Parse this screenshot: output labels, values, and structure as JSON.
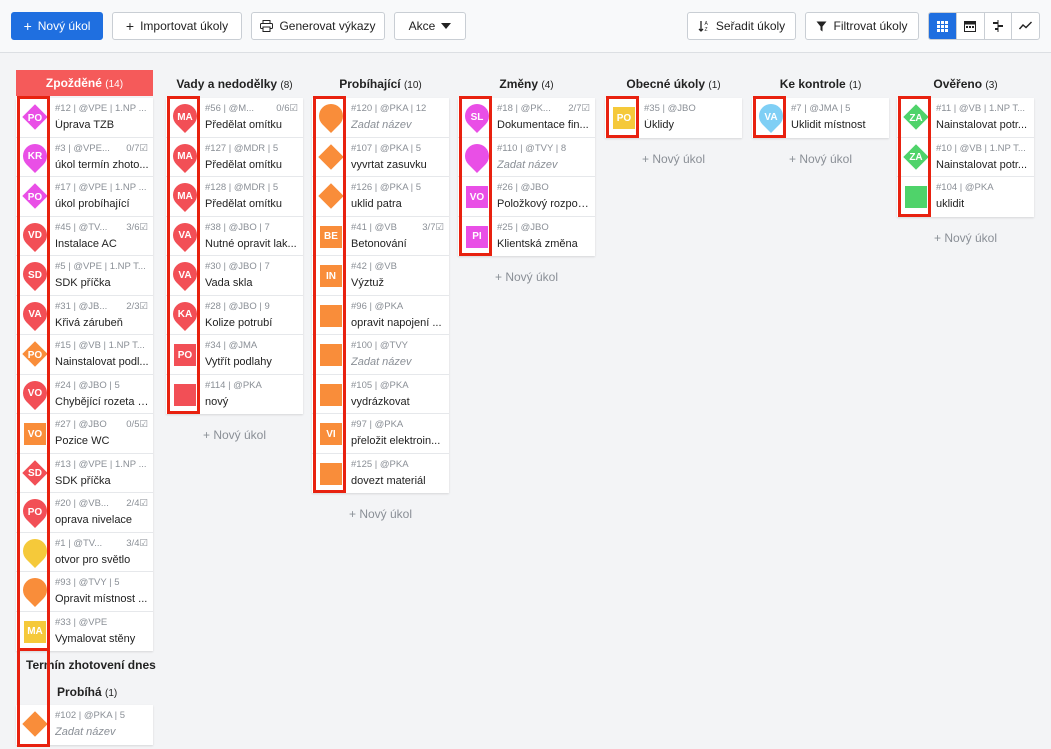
{
  "toolbar": {
    "new_task": "Nový úkol",
    "import": "Importovat úkoly",
    "report": "Generovat výkazy",
    "actions": "Akce",
    "sort": "Seřadit úkoly",
    "filter": "Filtrovat úkoly"
  },
  "add_label": "+ Nový úkol",
  "colors": {
    "red": "#f24f56",
    "orange": "#f98d3a",
    "magenta": "#e94fe6",
    "yellow": "#f5c93a",
    "lightblue": "#7fcff5",
    "green": "#4fd36a"
  },
  "columns": [
    {
      "title": "Zpožděné",
      "count": "(14)",
      "cards": [
        {
          "meta": "#12 | @VPE | 1.NP ...",
          "name": "Úprava TZB",
          "icon": "diamond",
          "color": "magenta",
          "abbr": "PO",
          "check": ""
        },
        {
          "meta": "#3 | @VPE...",
          "name": "úkol termín zhoto...",
          "icon": "pin",
          "color": "magenta",
          "abbr": "KR",
          "check": "0/7☑"
        },
        {
          "meta": "#17 | @VPE | 1.NP ...",
          "name": "úkol probíhající",
          "icon": "diamond",
          "color": "magenta",
          "abbr": "PO",
          "check": ""
        },
        {
          "meta": "#45 | @TV...",
          "name": "Instalace AC",
          "icon": "pin",
          "color": "red",
          "abbr": "VD",
          "check": "3/6☑"
        },
        {
          "meta": "#5 | @VPE | 1.NP T...",
          "name": "SDK příčka",
          "icon": "pin",
          "color": "red",
          "abbr": "SD",
          "check": ""
        },
        {
          "meta": "#31 | @JB...",
          "name": "Křivá zárubeň",
          "icon": "pin",
          "color": "red",
          "abbr": "VA",
          "check": "2/3☑"
        },
        {
          "meta": "#15 | @VB | 1.NP T...",
          "name": "Nainstalovat podl...",
          "icon": "diamond",
          "color": "orange",
          "abbr": "PO",
          "check": ""
        },
        {
          "meta": "#24 | @JBO | 5",
          "name": "Chybějící rozeta r...",
          "icon": "pin",
          "color": "red",
          "abbr": "VO",
          "check": ""
        },
        {
          "meta": "#27 | @JBO",
          "name": "Pozice WC",
          "icon": "square",
          "color": "orange",
          "abbr": "VO",
          "check": "0/5☑"
        },
        {
          "meta": "#13 | @VPE | 1.NP ...",
          "name": "SDK příčka",
          "icon": "diamond",
          "color": "red",
          "abbr": "SD",
          "check": ""
        },
        {
          "meta": "#20 | @VB...",
          "name": "oprava nivelace",
          "icon": "pin",
          "color": "red",
          "abbr": "PO",
          "check": "2/4☑"
        },
        {
          "meta": "#1 | @TV...",
          "name": "otvor pro světlo",
          "icon": "pin",
          "color": "yellow",
          "abbr": "",
          "check": "3/4☑"
        },
        {
          "meta": "#93 | @TVY | 5",
          "name": "Opravit místnost ...",
          "icon": "pin",
          "color": "orange",
          "abbr": "",
          "check": ""
        },
        {
          "meta": "#33 | @VPE",
          "name": "Vymalovat stěny",
          "icon": "square",
          "color": "yellow",
          "abbr": "MA",
          "check": ""
        }
      ]
    },
    {
      "title": "Vady a nedodělky",
      "count": "(8)",
      "cards": [
        {
          "meta": "#56 | @M...",
          "name": "Předělat omítku",
          "icon": "pin",
          "color": "red",
          "abbr": "MA",
          "check": "0/6☑"
        },
        {
          "meta": "#127 | @MDR | 5",
          "name": "Předělat omítku",
          "icon": "pin",
          "color": "red",
          "abbr": "MA",
          "check": ""
        },
        {
          "meta": "#128 | @MDR | 5",
          "name": "Předělat omítku",
          "icon": "pin",
          "color": "red",
          "abbr": "MA",
          "check": ""
        },
        {
          "meta": "#38 | @JBO | 7",
          "name": "Nutné opravit lak...",
          "icon": "pin",
          "color": "red",
          "abbr": "VA",
          "check": ""
        },
        {
          "meta": "#30 | @JBO | 7",
          "name": "Vada skla",
          "icon": "pin",
          "color": "red",
          "abbr": "VA",
          "check": ""
        },
        {
          "meta": "#28 | @JBO | 9",
          "name": "Kolize potrubí",
          "icon": "pin",
          "color": "red",
          "abbr": "KA",
          "check": ""
        },
        {
          "meta": "#34 | @JMA",
          "name": "Vytřít podlahy",
          "icon": "square",
          "color": "red",
          "abbr": "PO",
          "check": ""
        },
        {
          "meta": "#114 | @PKA",
          "name": "nový",
          "icon": "square",
          "color": "red",
          "abbr": "",
          "check": ""
        }
      ]
    },
    {
      "title": "Probíhající",
      "count": "(10)",
      "cards": [
        {
          "meta": "#120 | @PKA | 12",
          "name": "Zadat název",
          "icon": "pin",
          "color": "orange",
          "abbr": "",
          "check": "",
          "ph": true
        },
        {
          "meta": "#107 | @PKA | 5",
          "name": "vyvrtat zasuvku",
          "icon": "diamond",
          "color": "orange",
          "abbr": "",
          "check": ""
        },
        {
          "meta": "#126 | @PKA | 5",
          "name": "uklid patra",
          "icon": "diamond",
          "color": "orange",
          "abbr": "",
          "check": ""
        },
        {
          "meta": "#41 | @VB",
          "name": "Betonování",
          "icon": "square",
          "color": "orange",
          "abbr": "BE",
          "check": "3/7☑"
        },
        {
          "meta": "#42 | @VB",
          "name": "Výztuž",
          "icon": "square",
          "color": "orange",
          "abbr": "IN",
          "check": ""
        },
        {
          "meta": "#96 | @PKA",
          "name": "opravit napojení ...",
          "icon": "square",
          "color": "orange",
          "abbr": "",
          "check": ""
        },
        {
          "meta": "#100 | @TVY",
          "name": "Zadat název",
          "icon": "square",
          "color": "orange",
          "abbr": "",
          "check": "",
          "ph": true
        },
        {
          "meta": "#105 | @PKA",
          "name": "vydrázkovat",
          "icon": "square",
          "color": "orange",
          "abbr": "",
          "check": ""
        },
        {
          "meta": "#97 | @PKA",
          "name": "přeložit elektroin...",
          "icon": "square",
          "color": "orange",
          "abbr": "VI",
          "check": ""
        },
        {
          "meta": "#125 | @PKA",
          "name": "dovezt materiál",
          "icon": "square",
          "color": "orange",
          "abbr": "",
          "check": ""
        }
      ]
    },
    {
      "title": "Změny",
      "count": "(4)",
      "cards": [
        {
          "meta": "#18 | @PK...",
          "name": "Dokumentace fin...",
          "icon": "pin",
          "color": "magenta",
          "abbr": "SL",
          "check": "2/7☑"
        },
        {
          "meta": "#110 | @TVY | 8",
          "name": "Zadat název",
          "icon": "pin",
          "color": "magenta",
          "abbr": "",
          "check": "",
          "ph": true
        },
        {
          "meta": "#26 | @JBO",
          "name": "Položkový rozpoč...",
          "icon": "square",
          "color": "magenta",
          "abbr": "VO",
          "check": ""
        },
        {
          "meta": "#25 | @JBO",
          "name": "Klientská změna",
          "icon": "square",
          "color": "magenta",
          "abbr": "PI",
          "check": ""
        }
      ]
    },
    {
      "title": "Obecné úkoly",
      "count": "(1)",
      "cards": [
        {
          "meta": "#35 | @JBO",
          "name": "Úklidy",
          "icon": "square",
          "color": "yellow",
          "abbr": "PO",
          "check": ""
        }
      ]
    },
    {
      "title": "Ke kontrole",
      "count": "(1)",
      "cards": [
        {
          "meta": "#7 | @JMA | 5",
          "name": "Uklidit místnost",
          "icon": "pin",
          "color": "lightblue",
          "abbr": "VA",
          "check": ""
        }
      ]
    },
    {
      "title": "Ověřeno",
      "count": "(3)",
      "cards": [
        {
          "meta": "#11 | @VB | 1.NP T...",
          "name": "Nainstalovat potr...",
          "icon": "diamond",
          "color": "green",
          "abbr": "ZA",
          "check": ""
        },
        {
          "meta": "#10 | @VB | 1.NP T...",
          "name": "Nainstalovat potr...",
          "icon": "diamond",
          "color": "green",
          "abbr": "ZA",
          "check": ""
        },
        {
          "meta": "#104 | @PKA",
          "name": "uklidit",
          "icon": "square",
          "color": "green",
          "abbr": "",
          "check": ""
        }
      ]
    }
  ],
  "sub_sections": {
    "today": "Termín zhotovení dnes",
    "running_title": "Probíhá",
    "running_count": "(1)",
    "running_card": {
      "meta": "#102 | @PKA | 5",
      "name": "Zadat název",
      "icon": "diamond",
      "color": "orange",
      "abbr": "",
      "check": "",
      "ph": true
    }
  }
}
